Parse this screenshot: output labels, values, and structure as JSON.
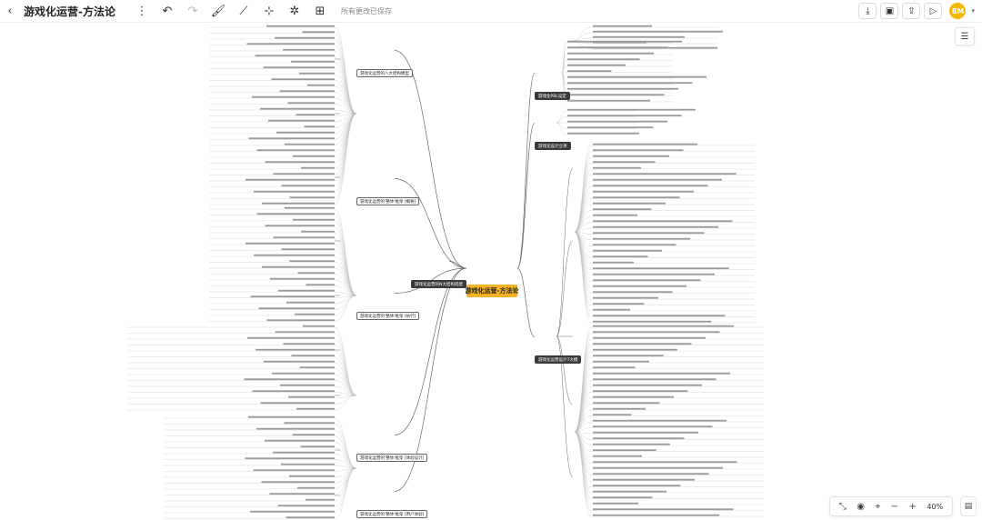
{
  "toolbar": {
    "back_icon": "chevron-left-icon",
    "title": "游戏化运营-方法论",
    "more_icon": "more-vertical-icon",
    "save_status": "所有更改已保存",
    "avatar_text": "8M"
  },
  "mindmap": {
    "root": "游戏化运营-方法论",
    "branches": [
      {
        "label": "游戏化运营的N大结构搭建",
        "style": "dark"
      },
      {
        "label": "游戏化PBL设定",
        "style": "dark"
      },
      {
        "label": "游戏化设计立项",
        "style": "dark"
      },
      {
        "label": "游戏化运营设计7大模",
        "style": "dark"
      },
      {
        "label": "游戏化运营的八大结构模型",
        "style": "light"
      },
      {
        "label": "游戏化运营的'整体'框架 [概要] ",
        "style": "light"
      },
      {
        "label": "游戏化运营的'整体'框架 [执行]",
        "style": "light"
      },
      {
        "label": "游戏化运营的'整体'框架 [体验设计]",
        "style": "light"
      },
      {
        "label": "游戏化运营的'整体'框架 [用户体验]",
        "style": "light"
      }
    ]
  },
  "zoom": {
    "value": "40%"
  }
}
